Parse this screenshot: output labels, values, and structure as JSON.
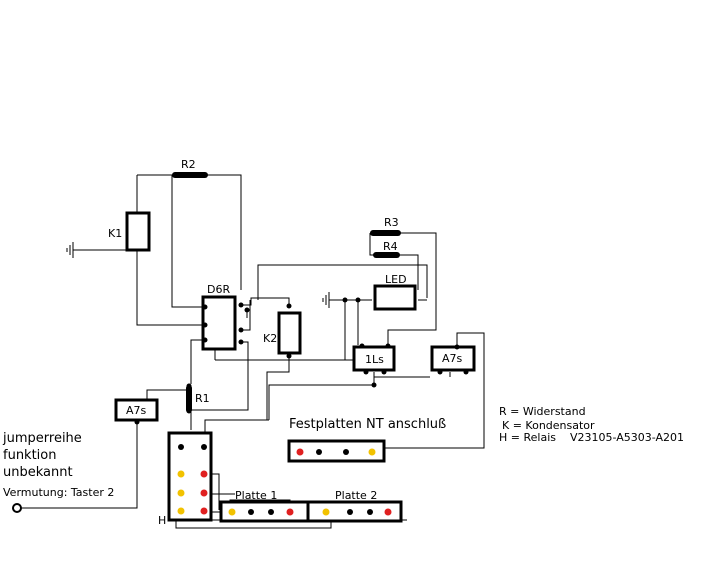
{
  "labels": {
    "r2": "R2",
    "k1": "K1",
    "d6r": "D6R",
    "k2": "K2",
    "r3": "R3",
    "r4": "R4",
    "led": "LED",
    "ls1": "1Ls",
    "a7s_right": "A7s",
    "a7s_left": "A7s",
    "r1": "R1",
    "h": "H",
    "festplatten": "Festplatten NT anschluß",
    "platte1": "Platte 1",
    "platte2": "Platte 2"
  },
  "legend": {
    "r": "R = Widerstand",
    "k": "K = Kondensator",
    "h": "H = Relais    V23105-A5303-A201"
  },
  "note": {
    "line1": "jumperreihe",
    "line2": "funktion",
    "line3": "unbekannt",
    "line4": "Vermutung: Taster 2"
  },
  "colors": {
    "pin_yellow": "#f2c200",
    "pin_red": "#e02020",
    "wire": "#000000"
  }
}
